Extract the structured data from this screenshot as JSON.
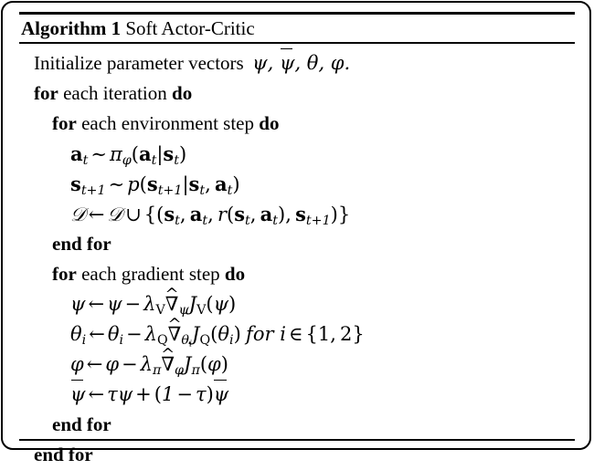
{
  "document": {
    "kind": "algorithm-pseudocode-float",
    "background_color": "#ffffff",
    "text_color": "#000000"
  },
  "header": {
    "label": "Algorithm 1",
    "title": "Soft Actor-Critic",
    "full_text": "Algorithm 1 Soft Actor-Critic"
  },
  "rules": {
    "top": "thick",
    "below_title": "thin",
    "bottom": "thin"
  },
  "lines": [
    {
      "id": "init",
      "indent": 0,
      "keyword": "",
      "text_before": "Initialize parameter vectors",
      "math": "ψ, ψ̄, θ, ϕ.",
      "text_after": "",
      "plain": "Initialize parameter vectors ψ, ψ̄, θ, ϕ."
    },
    {
      "id": "for-iteration",
      "indent": 0,
      "keyword": "for",
      "text_before": "each iteration",
      "keyword_end": "do",
      "plain": "for each iteration do"
    },
    {
      "id": "for-env-step",
      "indent": 1,
      "keyword": "for",
      "text_before": "each environment step",
      "keyword_end": "do",
      "plain": "for each environment step do"
    },
    {
      "id": "sample-action",
      "indent": 2,
      "plain": "a_t ~ π_ϕ(a_t|s_t)"
    },
    {
      "id": "sample-next-state",
      "indent": 2,
      "plain": "s_{t+1} ~ p(s_{t+1}|s_t, a_t)"
    },
    {
      "id": "buffer-update",
      "indent": 2,
      "plain": "D ← D ∪ {(s_t, a_t, r(s_t, a_t), s_{t+1})}"
    },
    {
      "id": "end-for-env",
      "indent": 1,
      "keyword": "end for",
      "plain": "end for"
    },
    {
      "id": "for-gradient-step",
      "indent": 1,
      "keyword": "for",
      "text_before": "each gradient step",
      "keyword_end": "do",
      "plain": "for each gradient step do"
    },
    {
      "id": "update-psi",
      "indent": 2,
      "plain": "ψ ← ψ − λ_V ∇̂_ψ J_V(ψ)"
    },
    {
      "id": "update-theta",
      "indent": 2,
      "plain": "θ_i ← θ_i − λ_Q ∇̂_{θ_i} J_Q(θ_i) for i ∈ {1, 2}"
    },
    {
      "id": "update-phi",
      "indent": 2,
      "plain": "ϕ ← ϕ − λ_π ∇̂_ϕ J_π(ϕ)"
    },
    {
      "id": "update-psi-bar",
      "indent": 2,
      "plain": "ψ̄ ← τψ + (1 − τ)ψ̄"
    },
    {
      "id": "end-for-gradient",
      "indent": 1,
      "keyword": "end for",
      "plain": "end for"
    },
    {
      "id": "end-for-iteration",
      "indent": 0,
      "keyword": "end for",
      "plain": "end for"
    }
  ],
  "tokens": {
    "kw_for": "for",
    "kw_do": "do",
    "kw_end_for": "end for",
    "text_each_iteration": "each iteration",
    "text_each_env_step": "each environment step",
    "text_each_gradient_step": "each gradient step",
    "text_initialize": "Initialize parameter vectors",
    "text_for_i_in": "for",
    "sym_psi": "ψ",
    "sym_theta": "θ",
    "sym_phi": "ϕ",
    "sym_pi": "π",
    "sym_tau": "τ",
    "sym_lambda": "λ",
    "sym_nabla": "∇",
    "sym_arrow_left": "←",
    "sym_tilde": "∼",
    "sym_cup": "∪",
    "sym_in": "∈",
    "sym_minus": "−",
    "sym_plus": "+",
    "sym_D": "𝒟",
    "sym_J": "J",
    "sym_V": "V",
    "sym_Q": "Q",
    "sym_r": "r",
    "sym_p": "p",
    "sym_a": "a",
    "sym_s": "s",
    "sym_i": "i",
    "sub_t": "t",
    "sub_t1": "t+1",
    "set_one_two": "1, 2",
    "period": ".",
    "comma": ","
  }
}
